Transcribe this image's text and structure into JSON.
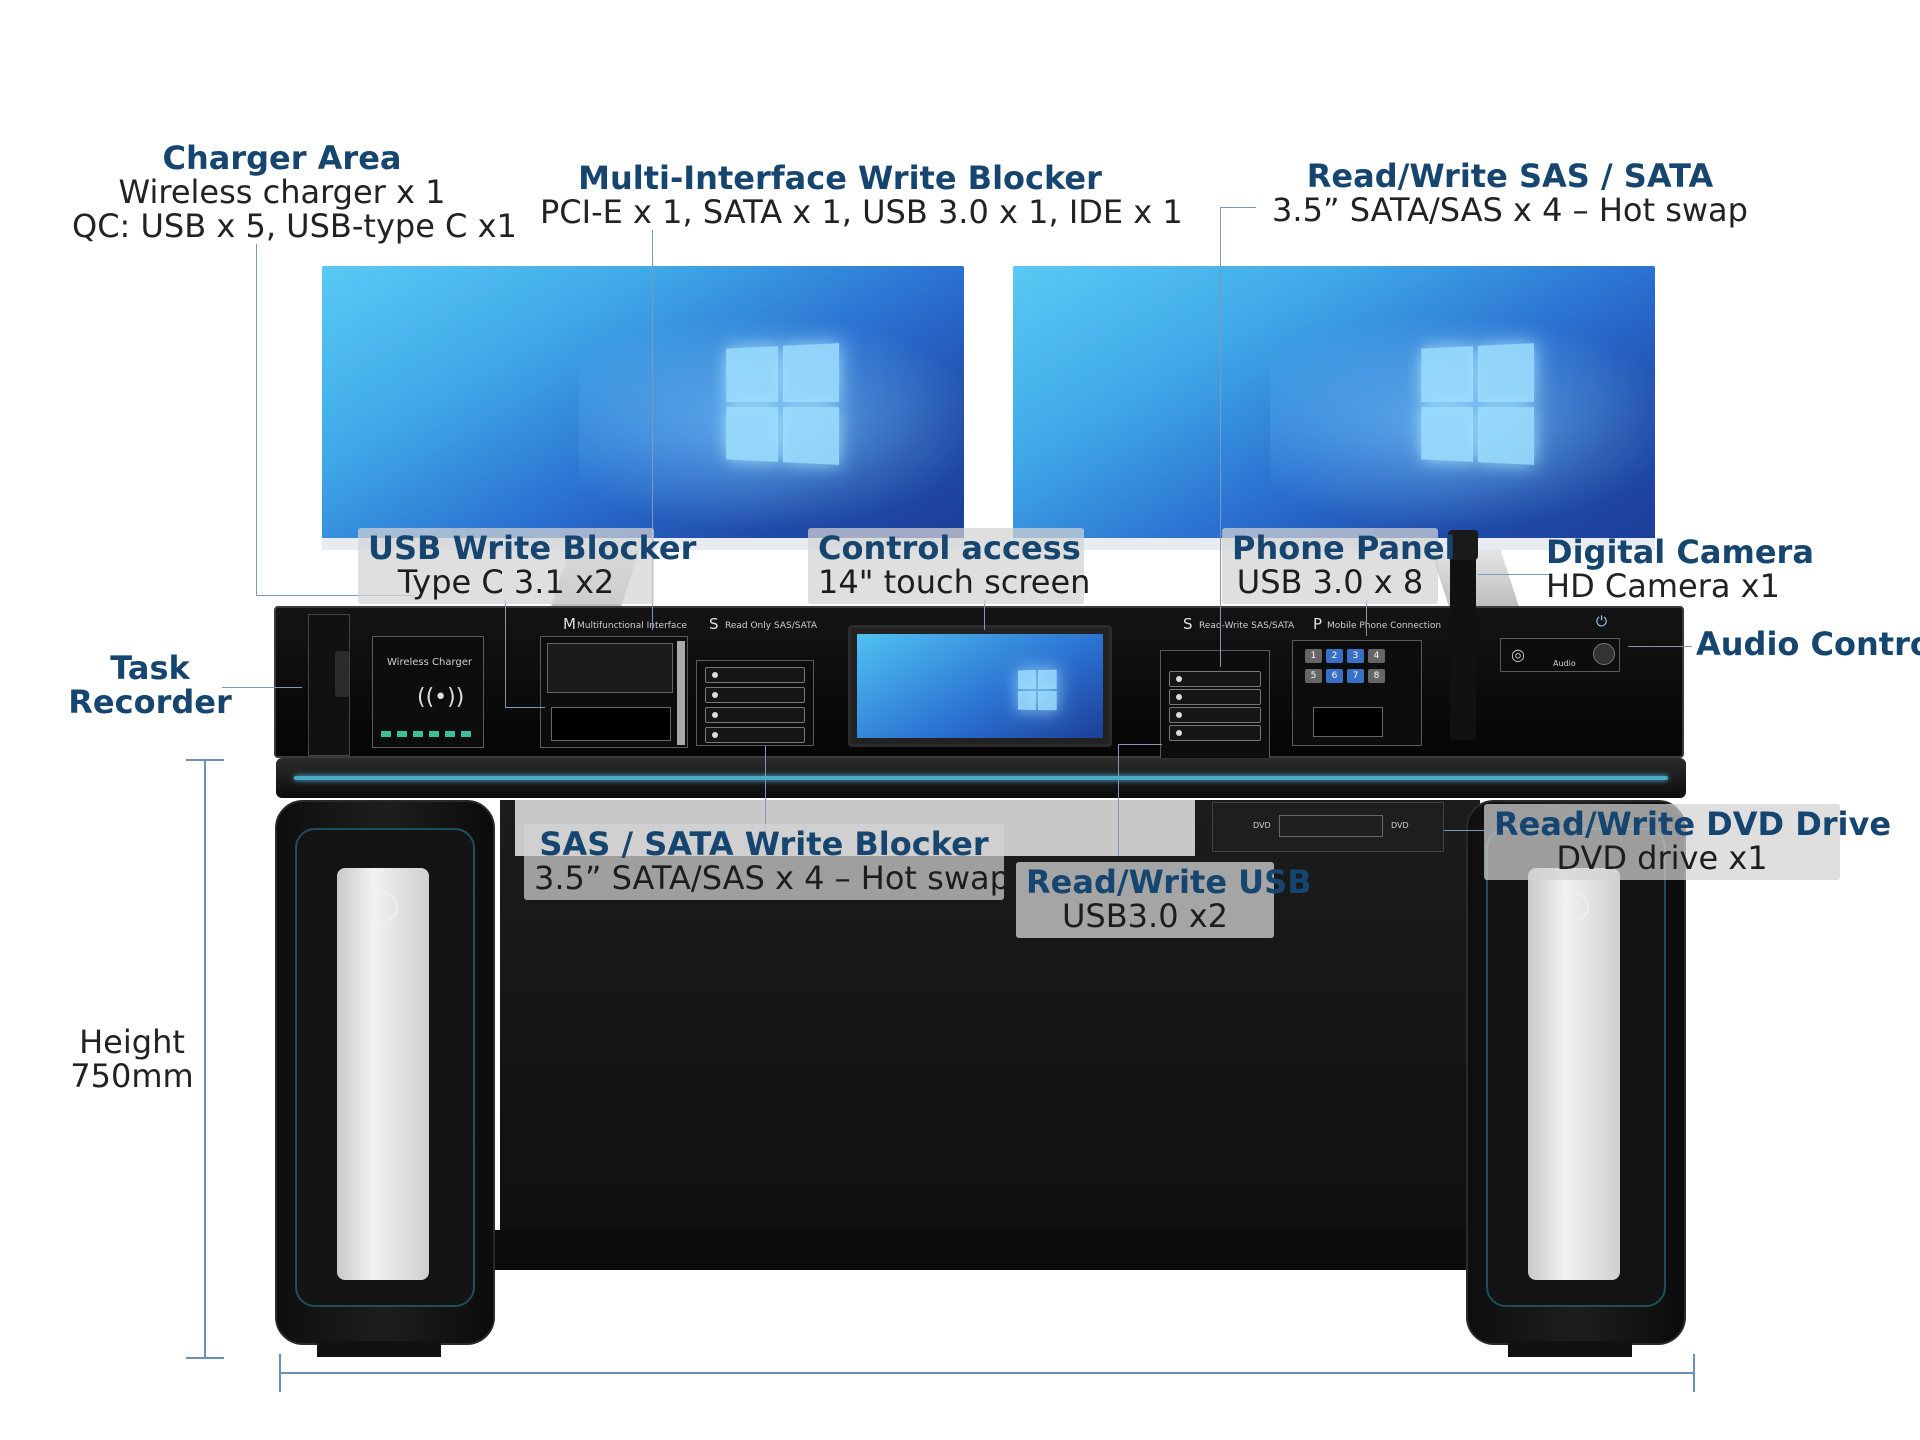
{
  "callouts": {
    "charger": {
      "title": "Charger Area",
      "lines": [
        "Wireless charger x 1",
        "QC: USB x 5, USB-type C x1"
      ]
    },
    "multi_blocker": {
      "title": "Multi-Interface Write Blocker",
      "lines": [
        "PCI-E x 1, SATA x 1, USB 3.0 x 1, IDE x 1"
      ]
    },
    "rw_sas": {
      "title": "Read/Write SAS / SATA",
      "lines": [
        "3.5” SATA/SAS x 4 – Hot swap"
      ]
    },
    "usb_blocker": {
      "title": "USB Write Blocker",
      "lines": [
        "Type C 3.1 x2"
      ]
    },
    "control_access": {
      "title": "Control access",
      "lines": [
        "14\" touch screen"
      ]
    },
    "phone_panel": {
      "title": "Phone Panel",
      "lines": [
        "USB 3.0 x 8"
      ]
    },
    "digital_camera": {
      "title": "Digital Camera",
      "lines": [
        "HD Camera x1"
      ]
    },
    "audio_control": {
      "title": "Audio Control"
    },
    "task_recorder": {
      "title_lines": [
        "Task",
        "Recorder"
      ]
    },
    "sas_blocker": {
      "title": "SAS / SATA Write Blocker",
      "lines": [
        "3.5” SATA/SAS x 4 – Hot swap"
      ]
    },
    "rw_usb": {
      "title": "Read/Write USB",
      "lines": [
        "USB3.0 x2"
      ]
    },
    "rw_dvd": {
      "title": "Read/Write DVD Drive",
      "lines": [
        "DVD drive x1"
      ]
    },
    "height": {
      "lines": [
        "Height",
        "750mm"
      ]
    }
  },
  "panel_labels": {
    "wireless_charger": "Wireless Charger",
    "multi_letter": "M",
    "multi_label": "Multifunctional Interface",
    "s1_letter": "S",
    "s1_label": "Read Only SAS/SATA",
    "s2_letter": "S",
    "s2_label": "Read-Write SAS/SATA",
    "p_letter": "P",
    "p_label": "Mobile Phone Connection",
    "dvd_left": "DVD",
    "dvd_right": "DVD",
    "audio_small": "Audio"
  },
  "phone_keys": [
    "1",
    "2",
    "3",
    "4",
    "5",
    "6",
    "7",
    "8"
  ],
  "colors": {
    "title": "#16456f",
    "leader_line": "#7e99b8",
    "accent_light": "#4aa8c8"
  },
  "icons": [
    "windows-logo-icon",
    "wireless-charge-icon",
    "power-icon",
    "speaker-icon"
  ]
}
